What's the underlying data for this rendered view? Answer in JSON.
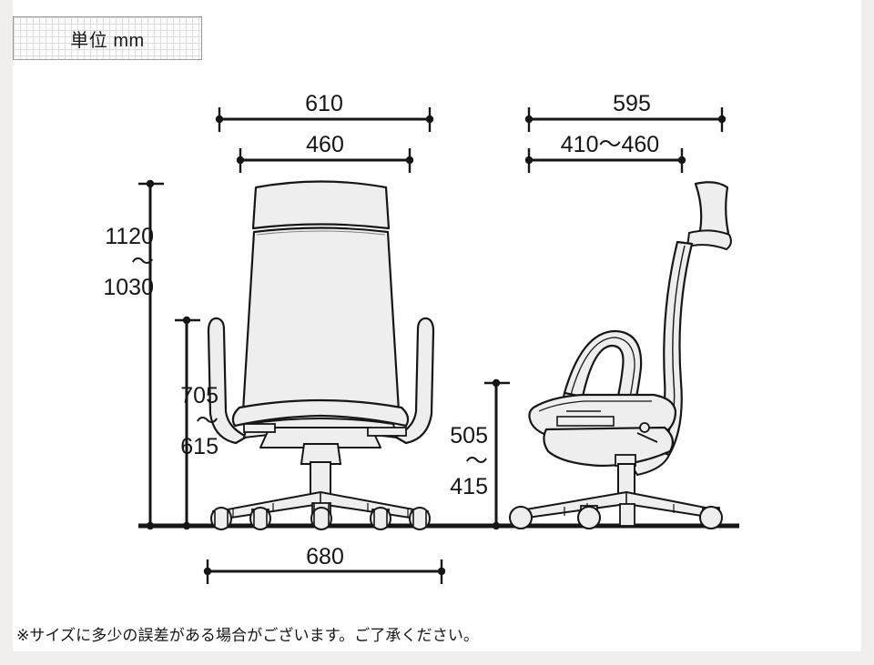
{
  "page": {
    "background_color": "#f1efed",
    "panel_color": "#ffffff"
  },
  "unit_box": {
    "label": "単位 mm",
    "border_color": "#9a9a9a"
  },
  "footnote": {
    "text": "※サイズに多少の誤差がある場合がございます。ご了承ください。"
  },
  "drawing": {
    "line_color": "#161616",
    "fill_color": "#eeeeee",
    "views": [
      {
        "name": "front-view",
        "label": "front elevation of office chair"
      },
      {
        "name": "side-view",
        "label": "side elevation of office chair"
      }
    ]
  },
  "dimensions": {
    "front_overall_width": "610",
    "front_seat_width": "460",
    "front_total_height_upper": "1120",
    "front_total_height_tilde": "〜",
    "front_total_height_lower": "1030",
    "front_back_height_upper": "705",
    "front_back_height_tilde": "〜",
    "front_back_height_lower": "615",
    "base_width": "680",
    "side_overall_depth": "595",
    "side_seat_depth": "410〜460",
    "side_seat_height_upper": "505",
    "side_seat_height_tilde": "〜",
    "side_seat_height_lower": "415"
  }
}
